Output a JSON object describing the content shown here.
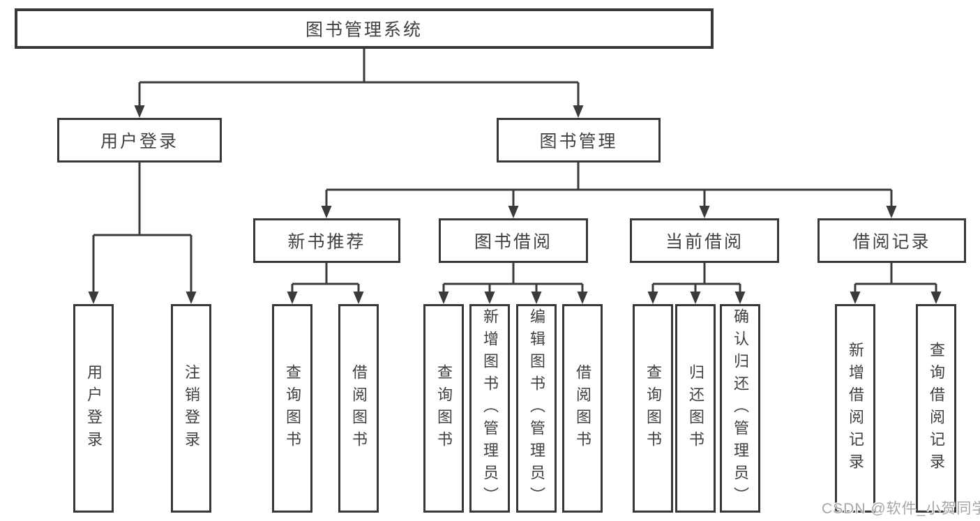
{
  "title": {
    "label": "图书管理系统"
  },
  "branches": {
    "user": {
      "label": "用户登录"
    },
    "book": {
      "label": "图书管理"
    }
  },
  "modules": [
    {
      "label": "新书推荐"
    },
    {
      "label": "图书借阅"
    },
    {
      "label": "当前借阅"
    },
    {
      "label": "借阅记录"
    }
  ],
  "leaves": {
    "user": [
      "用户登录",
      "注销登录"
    ],
    "recommend": [
      "查询图书",
      "借阅图书"
    ],
    "borrow": [
      "查询图书",
      "新增图书（管理员）",
      "编辑图书（管理员）",
      "借阅图书"
    ],
    "current": [
      "查询图书",
      "归还图书",
      "确认归还（管理员）"
    ],
    "records": [
      "新增借阅记录",
      "查询借阅记录"
    ]
  },
  "watermark": {
    "text": "CSDN @软件_小贺同学"
  },
  "colors": {
    "line": "#3a3a3a",
    "text": "#3f3f44",
    "watermark": "#a6a6aa"
  }
}
